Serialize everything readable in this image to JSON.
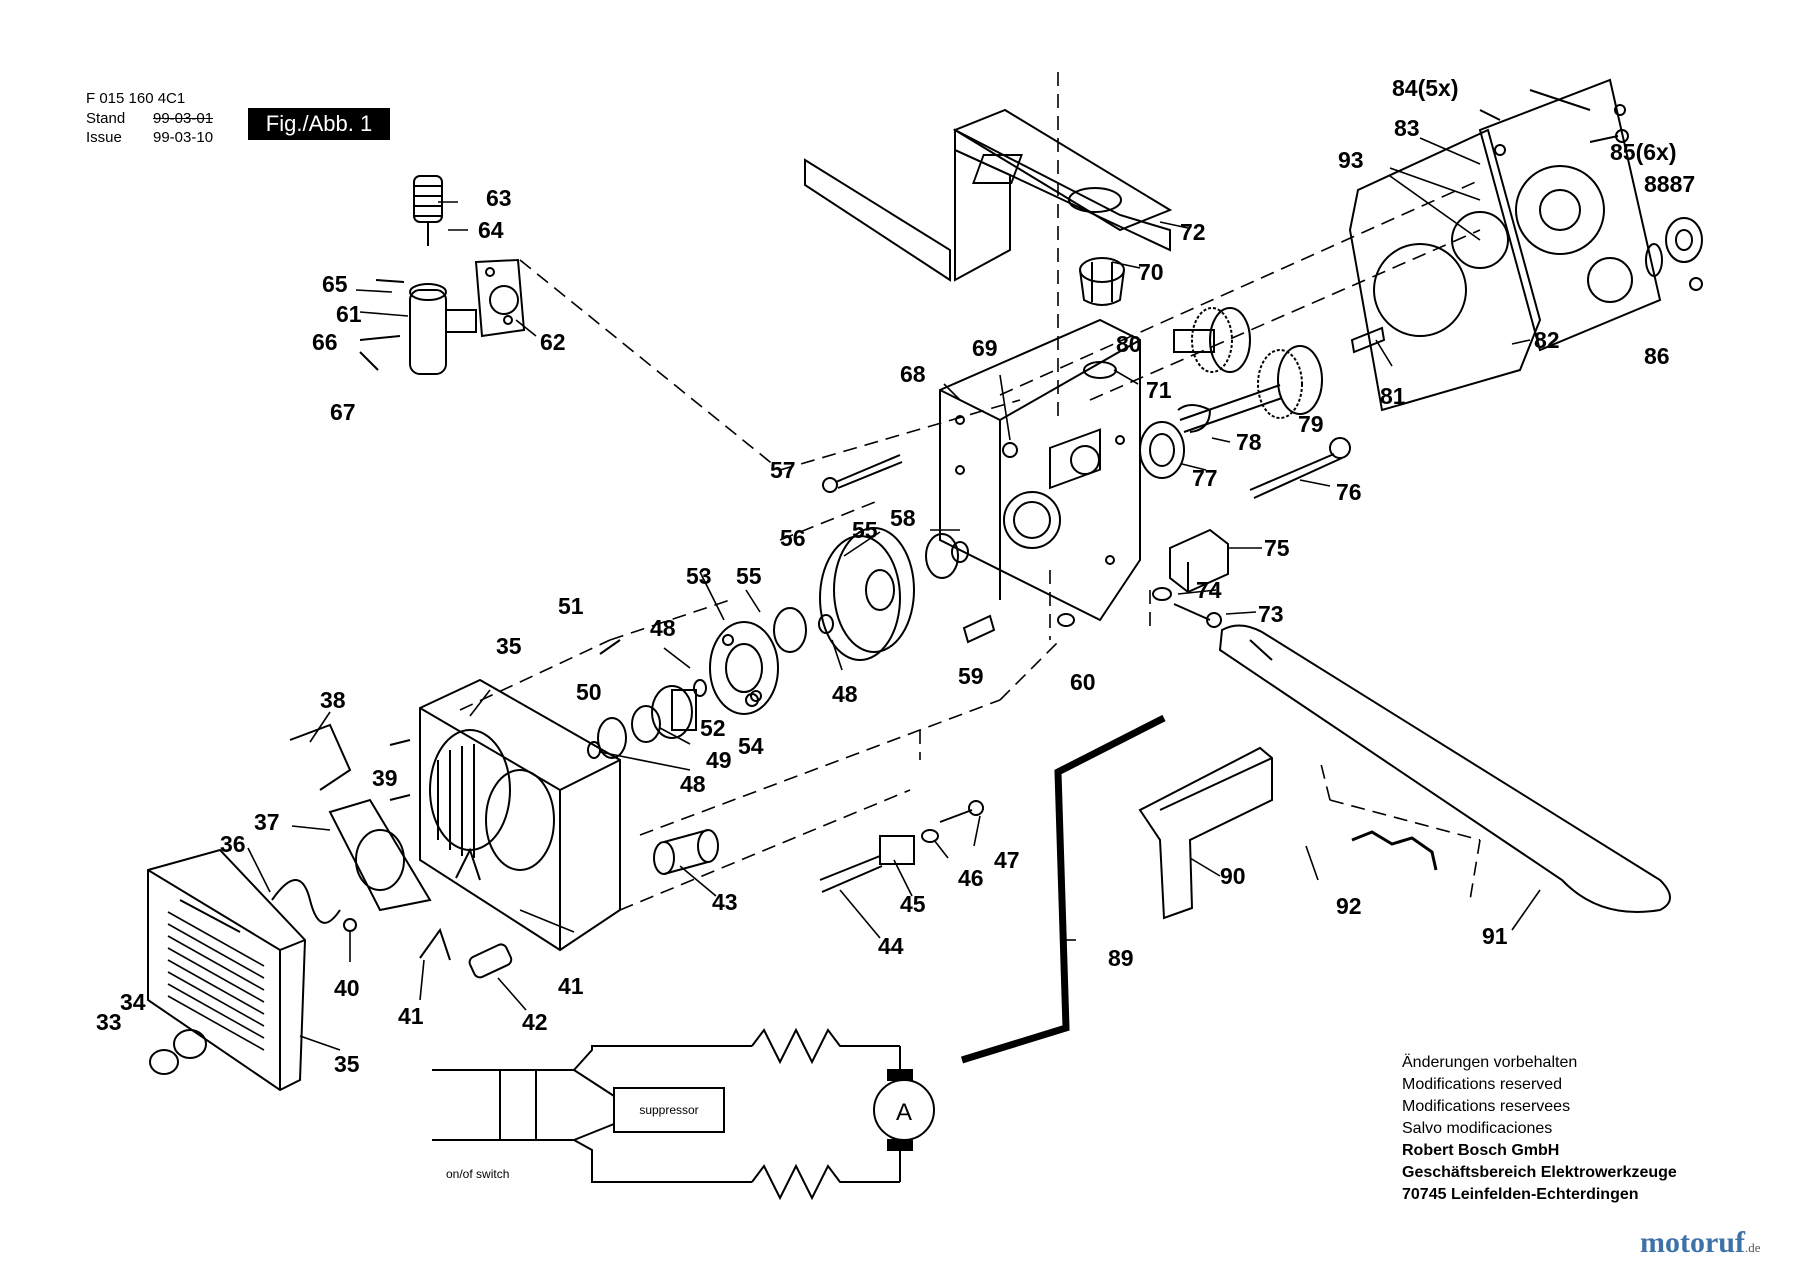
{
  "header": {
    "doc_number": "F 015 160 4C1",
    "stand_label": "Stand",
    "stand_date": "99-03-01",
    "issue_label": "Issue",
    "issue_date": "99-03-10",
    "figure_label": "Fig./Abb. 1"
  },
  "notes": {
    "lines": [
      "Änderungen vorbehalten",
      "Modifications reserved",
      "Modifications reservees",
      "Salvo modificaciones"
    ],
    "company": [
      "Robert Bosch GmbH",
      "Geschäftsbereich Elektrowerkzeuge",
      "70745 Leinfelden-Echterdingen"
    ]
  },
  "brand": {
    "name": "motoruf",
    "suffix": ".de"
  },
  "wiring": {
    "suppressor_label": "suppressor",
    "switch_label": "on/of switch",
    "motor_symbol": "A"
  },
  "part_labels": [
    "63",
    "64",
    "65",
    "61",
    "66",
    "67",
    "62",
    "72",
    "70",
    "68",
    "69",
    "71",
    "80",
    "79",
    "78",
    "77",
    "76",
    "75",
    "74",
    "73",
    "57",
    "58",
    "55",
    "56",
    "53",
    "55",
    "48",
    "52",
    "54",
    "51",
    "50",
    "49",
    "48",
    "48",
    "35",
    "38",
    "39",
    "37",
    "36",
    "40",
    "41",
    "41",
    "42",
    "43",
    "44",
    "45",
    "46",
    "47",
    "35",
    "33",
    "34",
    "59",
    "60",
    "84(5x)",
    "83",
    "93",
    "85(6x)",
    "8887",
    "82",
    "81",
    "86",
    "89",
    "90",
    "91",
    "92"
  ]
}
